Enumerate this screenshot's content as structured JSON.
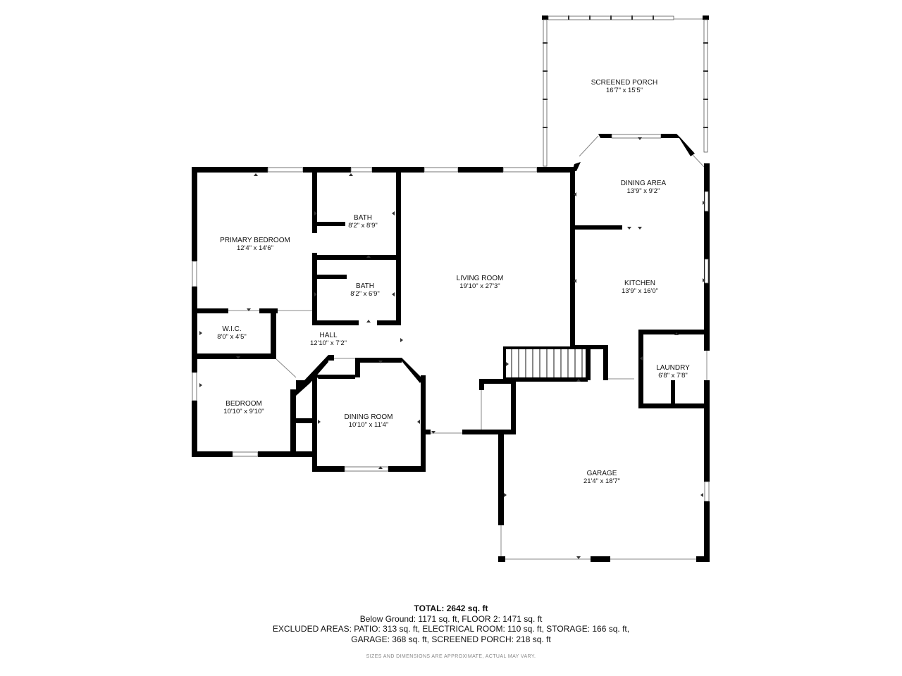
{
  "rooms": {
    "screened_porch": {
      "name": "SCREENED PORCH",
      "dim": "16'7\" x 15'5\""
    },
    "dining_area": {
      "name": "DINING AREA",
      "dim": "13'9\" x 9'2\""
    },
    "primary_bedroom": {
      "name": "PRIMARY BEDROOM",
      "dim": "12'4\" x 14'6\""
    },
    "bath1": {
      "name": "BATH",
      "dim": "8'2\" x 8'9\""
    },
    "bath2": {
      "name": "BATH",
      "dim": "8'2\" x 6'9\""
    },
    "living_room": {
      "name": "LIVING ROOM",
      "dim": "19'10\" x 27'3\""
    },
    "kitchen": {
      "name": "KITCHEN",
      "dim": "13'9\" x 16'0\""
    },
    "wic": {
      "name": "W.I.C.",
      "dim": "8'0\" x 4'5\""
    },
    "hall": {
      "name": "HALL",
      "dim": "12'10\" x 7'2\""
    },
    "laundry": {
      "name": "LAUNDRY",
      "dim": "6'8\" x 7'8\""
    },
    "bedroom": {
      "name": "BEDROOM",
      "dim": "10'10\" x 9'10\""
    },
    "dining_room": {
      "name": "DINING ROOM",
      "dim": "10'10\" x 11'4\""
    },
    "garage": {
      "name": "GARAGE",
      "dim": "21'4\" x 18'7\""
    }
  },
  "summary": {
    "total": "TOTAL: 2642 sq. ft",
    "line1": "Below Ground: 1171 sq. ft, FLOOR 2: 1471 sq. ft",
    "line2": "EXCLUDED AREAS: PATIO: 313 sq. ft, ELECTRICAL ROOM: 110 sq. ft, STORAGE: 166 sq. ft,",
    "line3": "GARAGE: 368 sq. ft, SCREENED PORCH: 218 sq. ft",
    "disclaimer": "SIZES AND DIMENSIONS ARE APPROXIMATE, ACTUAL MAY VARY."
  }
}
